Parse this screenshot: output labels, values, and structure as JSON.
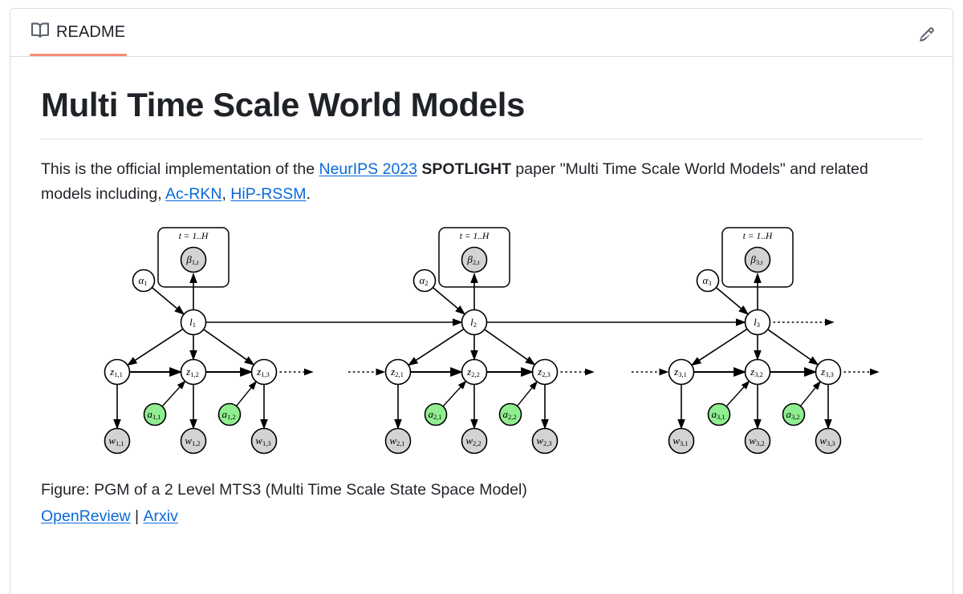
{
  "tabs": [
    {
      "label": "README",
      "icon": "book-icon",
      "active": true
    }
  ],
  "toolbar": {
    "edit_icon": "pencil-icon"
  },
  "document": {
    "title": "Multi Time Scale World Models",
    "intro": {
      "part1": "This is the official implementation of the ",
      "link_neurips": "NeurIPS 2023",
      "part2": " ",
      "bold_spotlight": "SPOTLIGHT",
      "part3": " paper \"Multi Time Scale World Models\" and related models including, ",
      "link_acrkn": "Ac-RKN",
      "part4": ", ",
      "link_hiprssm": "HiP-RSSM",
      "part5": "."
    },
    "caption": "Figure: PGM of a 2 Level MTS3 (Multi Time Scale State Space Model)",
    "footer_links": {
      "openreview": "OpenReview",
      "separator": "|",
      "arxiv": "Arxiv"
    }
  },
  "figure": {
    "type": "probabilistic-graphical-model",
    "colors": {
      "node_white": "#ffffff",
      "node_gray": "#d3d3d3",
      "node_green": "#90ee90",
      "stroke": "#000000"
    },
    "plate_label": "t = 1..H",
    "clusters": [
      {
        "index": 1,
        "beta": "β",
        "beta_sub": "1,t",
        "alpha": "α",
        "alpha_sub": "1",
        "latent": "l",
        "latent_sub": "1",
        "z": [
          {
            "label": "z",
            "sub": "1,1"
          },
          {
            "label": "z",
            "sub": "1,2"
          },
          {
            "label": "z",
            "sub": "1,3"
          }
        ],
        "a": [
          {
            "label": "a",
            "sub": "1,1"
          },
          {
            "label": "a",
            "sub": "1,2"
          }
        ],
        "w": [
          {
            "label": "w",
            "sub": "1,1"
          },
          {
            "label": "w",
            "sub": "1,2"
          },
          {
            "label": "w",
            "sub": "1,3"
          }
        ]
      },
      {
        "index": 2,
        "beta": "β",
        "beta_sub": "2,t",
        "alpha": "α",
        "alpha_sub": "2",
        "latent": "l",
        "latent_sub": "2",
        "z": [
          {
            "label": "z",
            "sub": "2,1"
          },
          {
            "label": "z",
            "sub": "2,2"
          },
          {
            "label": "z",
            "sub": "2,3"
          }
        ],
        "a": [
          {
            "label": "a",
            "sub": "2,1"
          },
          {
            "label": "a",
            "sub": "2,2"
          }
        ],
        "w": [
          {
            "label": "w",
            "sub": "2,1"
          },
          {
            "label": "w",
            "sub": "2,2"
          },
          {
            "label": "w",
            "sub": "2,3"
          }
        ]
      },
      {
        "index": 3,
        "beta": "β",
        "beta_sub": "3,t",
        "alpha": "α",
        "alpha_sub": "3",
        "latent": "l",
        "latent_sub": "3",
        "z": [
          {
            "label": "z",
            "sub": "3,1"
          },
          {
            "label": "z",
            "sub": "3,2"
          },
          {
            "label": "z",
            "sub": "3,3"
          }
        ],
        "a": [
          {
            "label": "a",
            "sub": "3,1"
          },
          {
            "label": "a",
            "sub": "3,2"
          }
        ],
        "w": [
          {
            "label": "w",
            "sub": "3,1"
          },
          {
            "label": "w",
            "sub": "3,2"
          },
          {
            "label": "w",
            "sub": "3,3"
          }
        ]
      }
    ]
  }
}
